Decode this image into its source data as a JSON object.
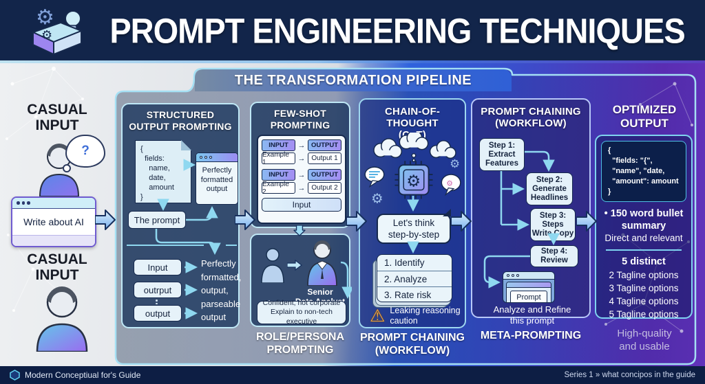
{
  "header": {
    "title": "PROMPT ENGINEERING TECHNIQUES"
  },
  "banner": {
    "title": "THE TRANSFORMATION PIPELINE"
  },
  "left": {
    "label_top": "CASUAL\nINPUT",
    "thought_mark": "?",
    "window_text": "Write about AI",
    "label_bottom": "CASUAL\nINPUT"
  },
  "structured": {
    "title": "STRUCTURED\nOUTPUT PROMPTING",
    "doc_text": "{\n  fields:\n    name,\n    date,\n    amount\n}",
    "window_text": "Perfectly\nformatted\noutput",
    "prompt_label": "The prompt",
    "row_labels": [
      "Input",
      "outrput",
      "output"
    ],
    "result_text": "Perfectly\nformatted,\noutput,\nparseable\noutput"
  },
  "fewshot": {
    "title": "FEW-SHOT\nPROMPTING",
    "examples": [
      {
        "in_h": "INPUT",
        "out_h": "OUTPUT",
        "in": "Example 1",
        "out": "Output 1"
      },
      {
        "in_h": "INPUT",
        "out_h": "OUTPUT",
        "in": "Example 2",
        "out": "Output 2"
      }
    ],
    "input_bar": "Input"
  },
  "role": {
    "user": "User",
    "persona": "Senior\nData Analyst",
    "note": "Confident, not corporate\nExplain to non-tech executive",
    "caption": "ROLE/PERSONA\nPROMPTING"
  },
  "cot": {
    "title": "CHAIN-OF-THOUGHT\n(CoT)",
    "bubble": "Let's think\nstep-by-step",
    "steps": [
      "1. Identify",
      "2. Analyze",
      "3. Rate risk"
    ],
    "warning": "Leaking reasoning\ncaution",
    "caption": "PROMPT CHAINING\n(WORKFLOW)"
  },
  "chaining": {
    "title": "PROMPT CHAINING\n(WORKFLOW)",
    "steps": [
      "Step 1:\nExtract\nFeatures",
      "Step 2:\nGenerate\nHeadlines",
      "Step 3:\nSteps\nWrite Copy",
      "Step 4:\nReview"
    ],
    "window_label": "Prompt",
    "caption": "Analyze and Refine\nthis prompt",
    "footer_label": "META-PROMPTING"
  },
  "optimized": {
    "title": "OPTIMIZED\nOUTPUT",
    "code": "{\n  \"fields: \"{\",\n  \"name\", \"date,\n  \"amount\": amount\n}",
    "bullet_bold": "• 150 word bullet\nsummary",
    "bullet_sub": "Direct and relevant",
    "distinct": "5 distinct",
    "taglines": [
      "2 Tagline options",
      "3 Tagline options",
      "4 Tagline options",
      "5 Tagline options"
    ],
    "quality": "High-quality\nand usable"
  },
  "footer": {
    "left": "Modern Conceptiual for's Guide",
    "right": "Series 1 » what concipos in the guide"
  },
  "colors": {
    "header_navy": "#12254a",
    "accent_cyan": "#a5e0f4",
    "panel_navy": "#1a355c",
    "pipeline_blue": "#2f63dd",
    "pipeline_purple": "#5a2db2",
    "warning_orange": "#f2a33c"
  }
}
